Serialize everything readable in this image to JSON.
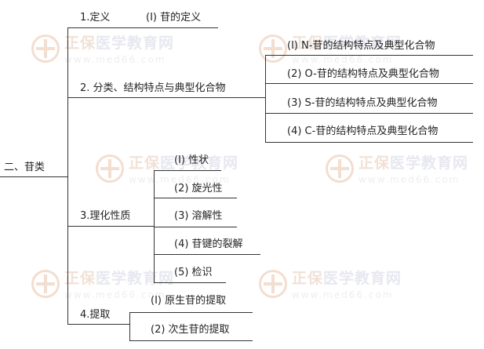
{
  "watermark": {
    "brand_a": "正保",
    "brand_b": "医学教育网",
    "url": "www.med66.com"
  },
  "root": {
    "label": "二、苷类"
  },
  "branches": [
    {
      "label": "1.定义",
      "children": [
        "(I)  苷的定义"
      ]
    },
    {
      "label": "2. 分类、结构特点与典型化合物",
      "children": [
        "(I)  N-苷的结构特点及典型化合物",
        "(2)  O-苷的结构特点及典型化合物",
        "(3)  S-苷的结构特点及典型化合物",
        "(4)  C-苷的结构特点及典型化合物"
      ]
    },
    {
      "label": "3.理化性质",
      "children": [
        "(I)  性状",
        "(2)  旋光性",
        "(3)  溶解性",
        "(4)  苷键的裂解",
        "(5)  检识"
      ]
    },
    {
      "label": "4.提取",
      "children": [
        "(I)  原生苷的提取",
        "(2)  次生苷的提取"
      ]
    }
  ]
}
